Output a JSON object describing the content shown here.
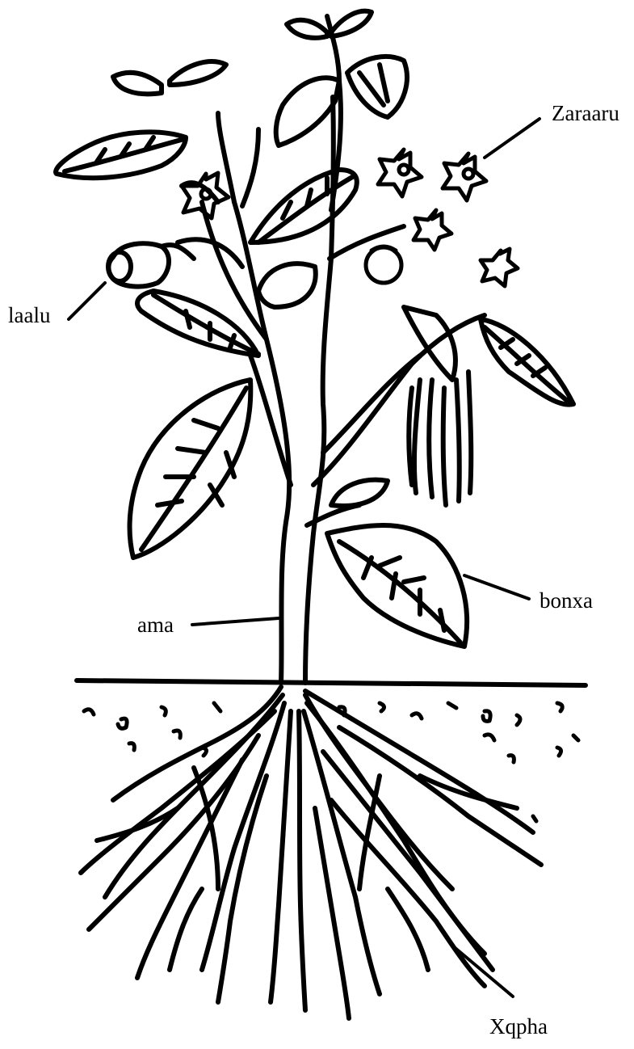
{
  "labels": {
    "flower": "Zaraaru",
    "fruit": "laalu",
    "leaf": "bonxa",
    "stem": "ama",
    "root": "Xqpha"
  }
}
